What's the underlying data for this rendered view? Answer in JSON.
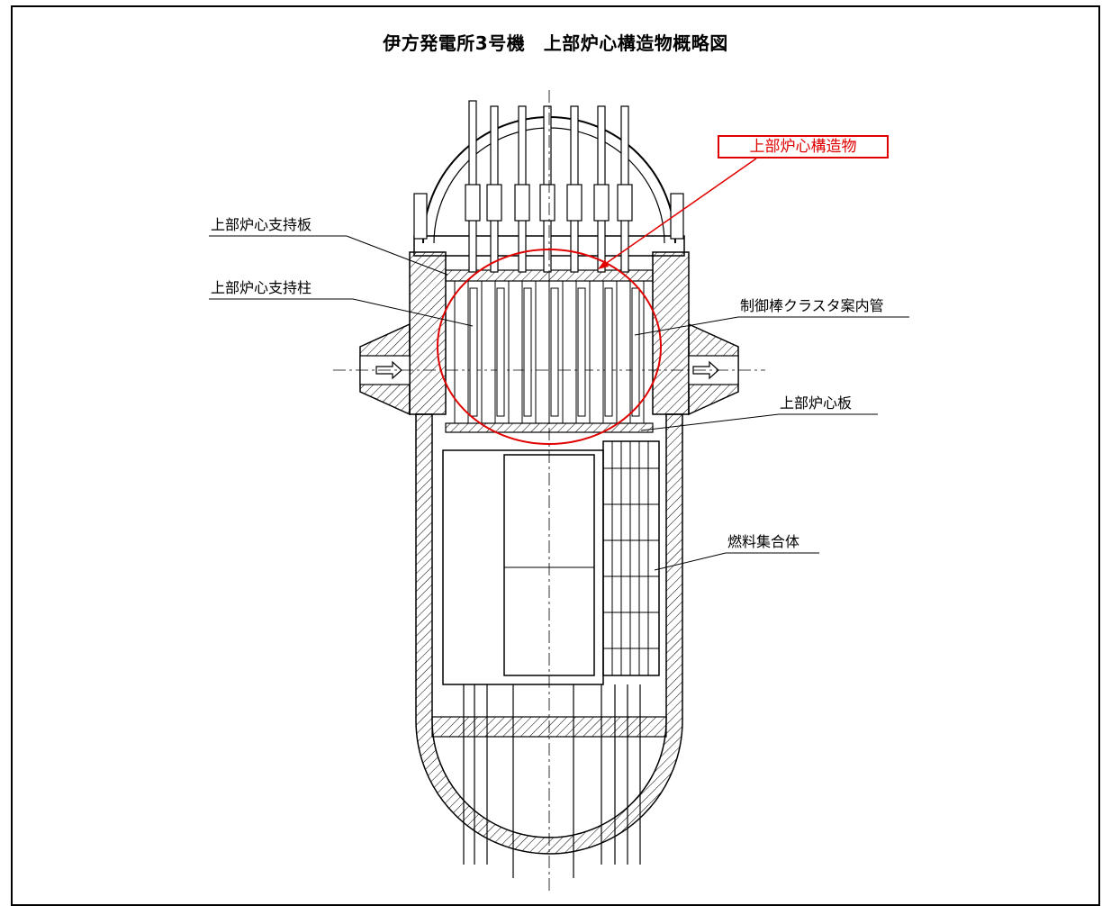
{
  "title": "伊方発電所3号機　上部炉心構造物概略図",
  "callout": "上部炉心構造物",
  "labels": {
    "upper_core_support_plate": "上部炉心支持板",
    "upper_core_support_column": "上部炉心支持柱",
    "rcca_guide_tube": "制御棒クラスタ案内管",
    "upper_core_plate": "上部炉心板",
    "fuel_assembly": "燃料集合体"
  },
  "colors": {
    "highlight": "#e00000",
    "line": "#000000"
  }
}
